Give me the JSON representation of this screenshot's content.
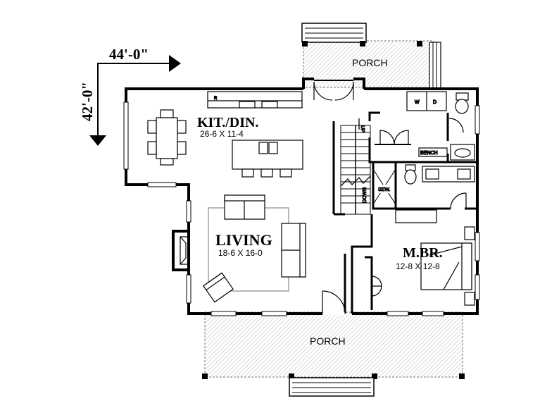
{
  "dimensions": {
    "width": "44'-0\"",
    "depth": "42'-0\""
  },
  "rooms": {
    "porch_back": {
      "name": "PORCH"
    },
    "porch_front": {
      "name": "PORCH"
    },
    "kitchen": {
      "name": "KIT./DIN.",
      "size": "26-6  X  11-4"
    },
    "living": {
      "name": "LIVING",
      "size": "18-6  X  16-0"
    },
    "master": {
      "name": "M.BR.",
      "size": "12-8  X  12-8"
    }
  },
  "annotations": {
    "up": "UP",
    "down": "DOWN",
    "sew": "SEW.",
    "bench": "BENCH",
    "washer": "W",
    "dryer": "D",
    "range": "R"
  }
}
